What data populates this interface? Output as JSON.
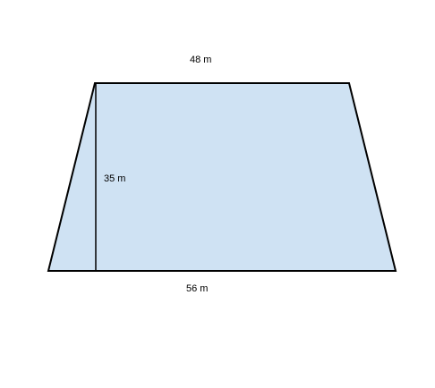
{
  "figure": {
    "shape": "trapezoid",
    "top_base_label": "48 m",
    "height_label": "35 m",
    "bottom_base_label": "56 m",
    "colors": {
      "fill": "#cfe2f3",
      "stroke": "#000000",
      "background": "#ffffff"
    }
  }
}
